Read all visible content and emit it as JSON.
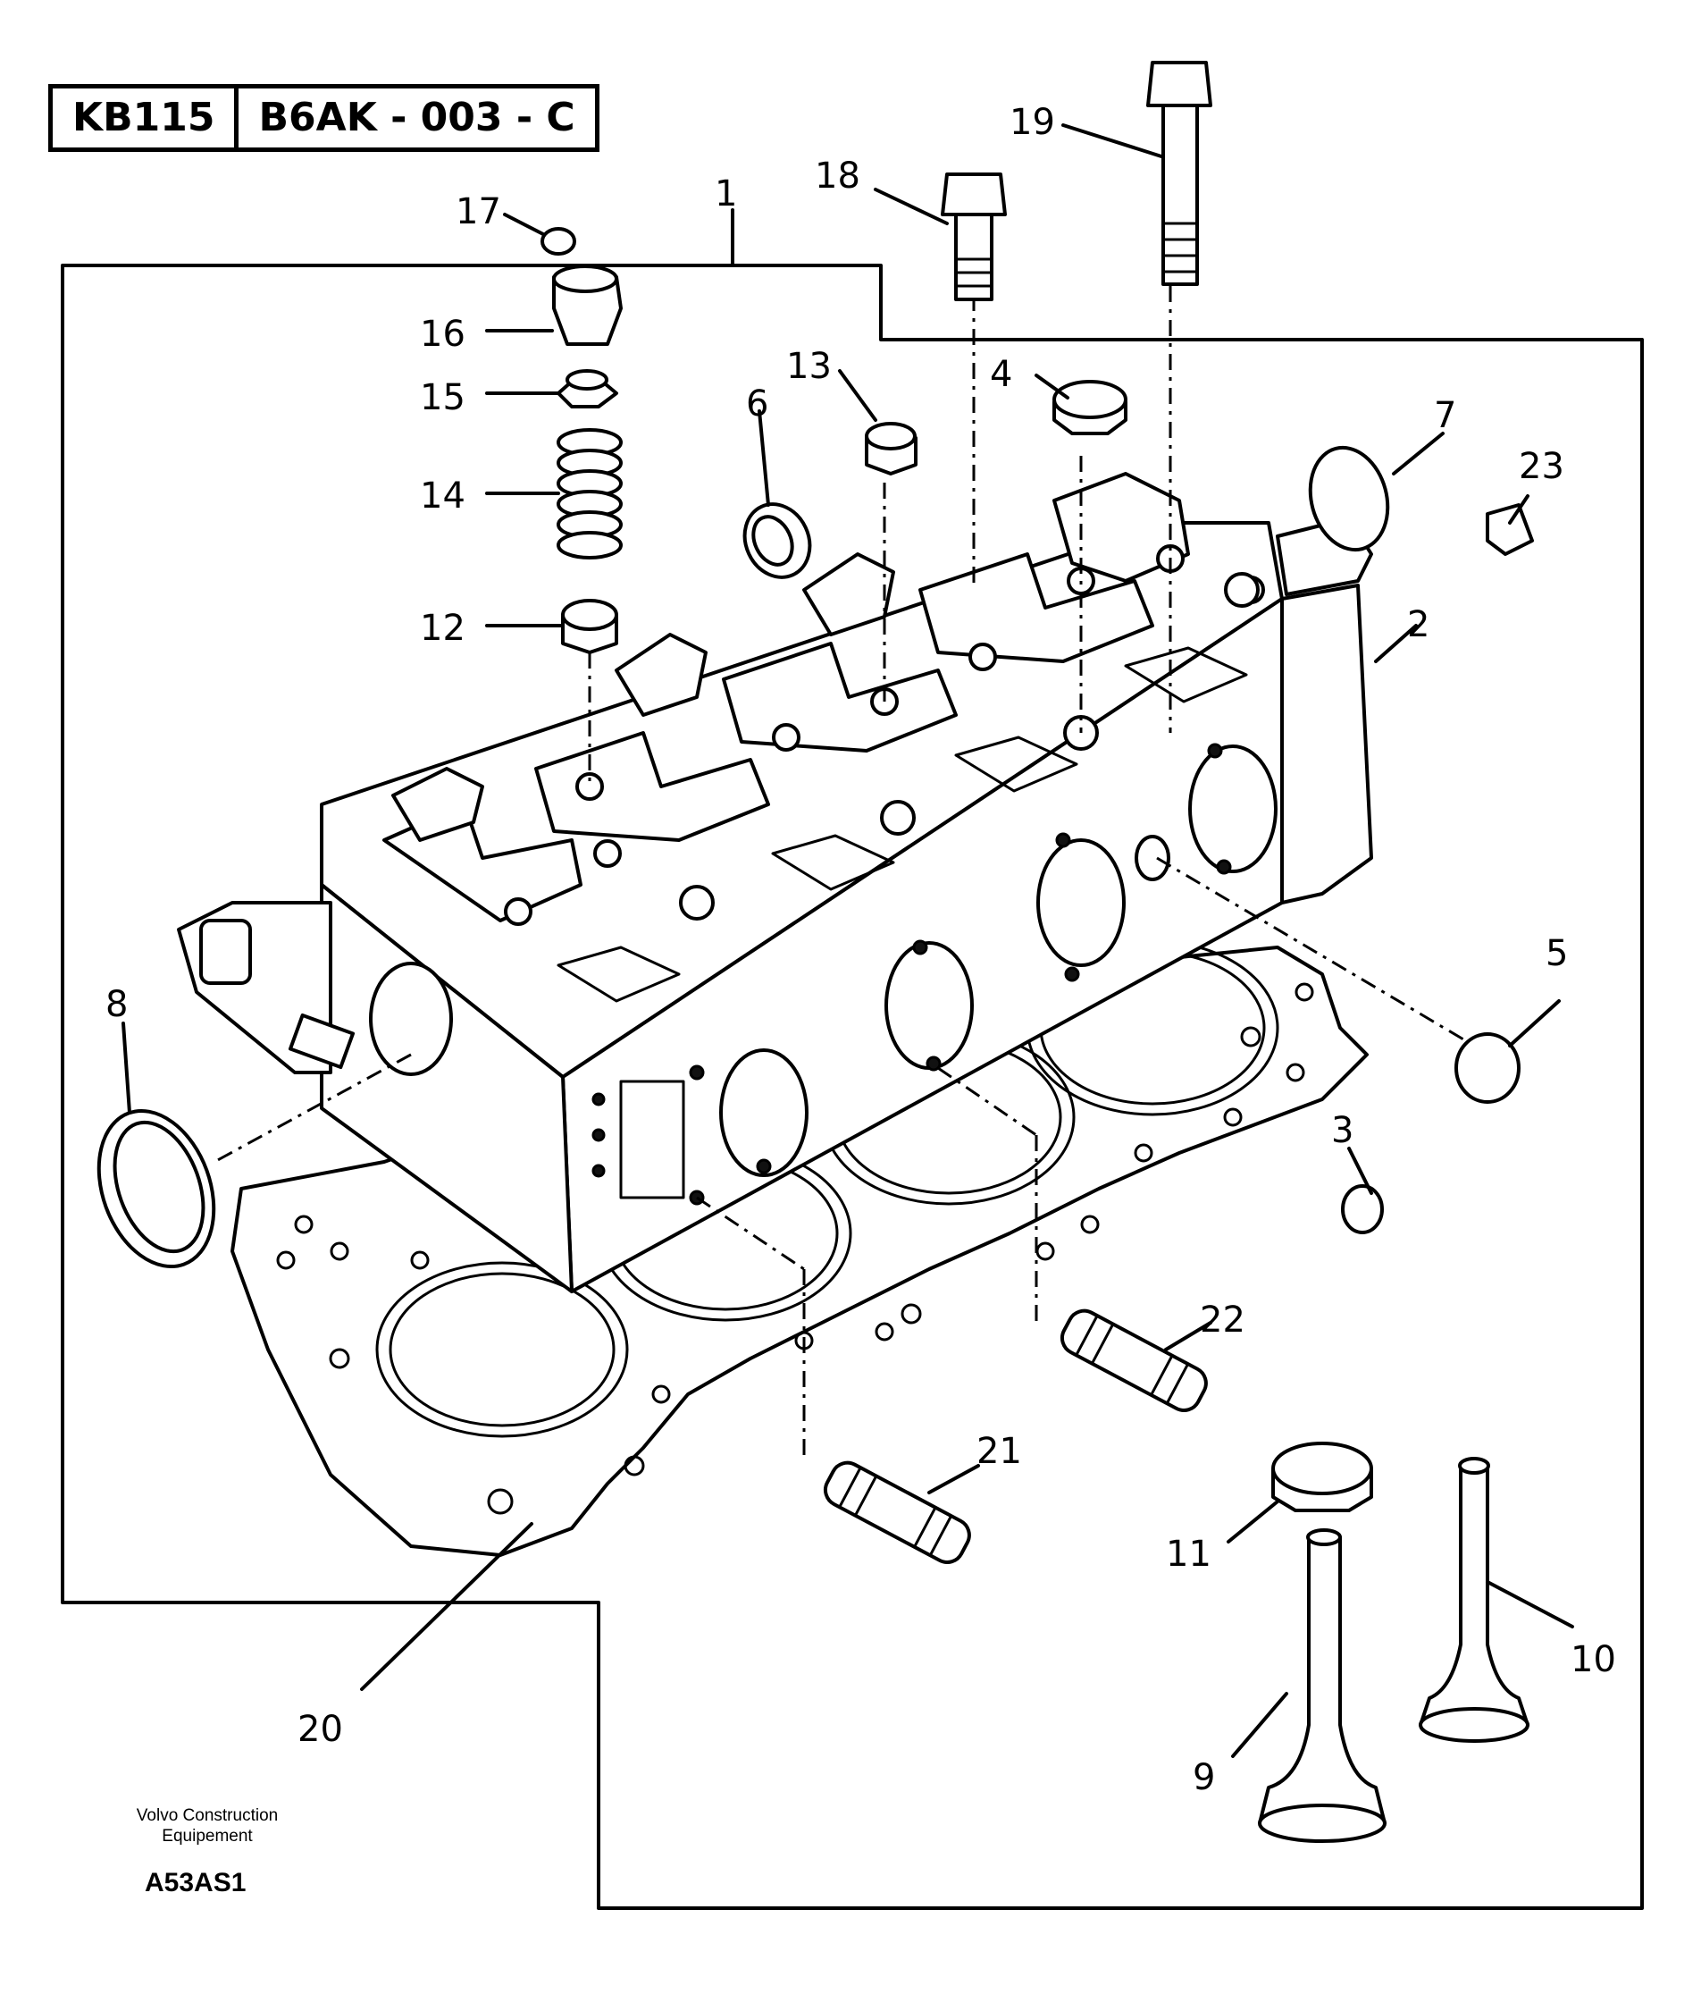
{
  "header": {
    "model": "KB115",
    "group": "B6AK - 003 - C"
  },
  "caption": {
    "line1": "Volvo Construction",
    "line2": "Equipement"
  },
  "figure_code": "A53AS1",
  "callouts": {
    "c1": "1",
    "c2": "2",
    "c3": "3",
    "c4": "4",
    "c5": "5",
    "c6": "6",
    "c7": "7",
    "c8": "8",
    "c9": "9",
    "c10": "10",
    "c11": "11",
    "c12": "12",
    "c13": "13",
    "c14": "14",
    "c15": "15",
    "c16": "16",
    "c17": "17",
    "c18": "18",
    "c19": "19",
    "c20": "20",
    "c21": "21",
    "c22": "22",
    "c23": "23"
  }
}
